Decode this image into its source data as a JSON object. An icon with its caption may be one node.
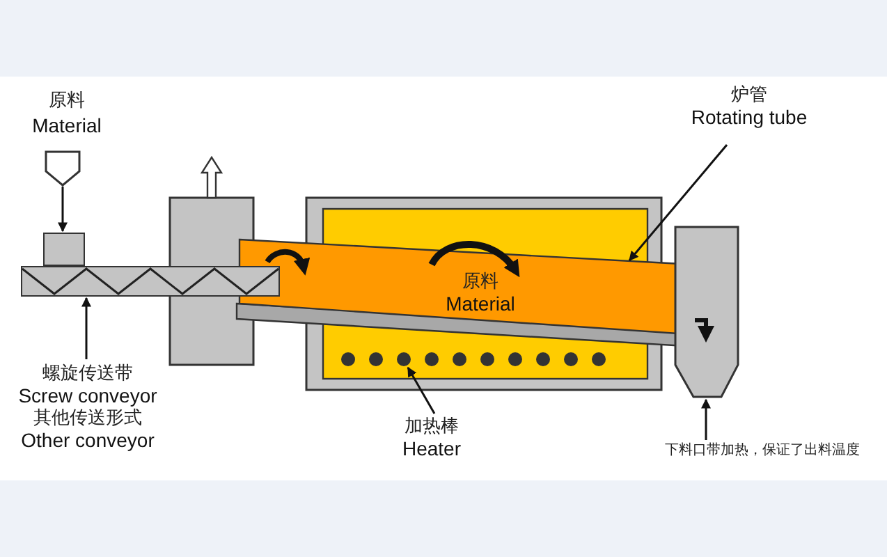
{
  "diagram": {
    "nodes": [
      {
        "text": [],
        "shape": "funnel"
      },
      {
        "text": [],
        "shape": "box"
      },
      {
        "text": [],
        "shape": "bar"
      },
      {
        "text": [
          "炉管",
          "Rotating tube"
        ]
      },
      {
        "text": [
          "原料",
          "Material"
        ]
      },
      {
        "text": [],
        "shape": "circle"
      },
      {
        "text": [],
        "shape": "hopper"
      },
      {
        "text": [
          "螺旋传送带",
          "Screw conveyor",
          "其他传送形式",
          "Other conveyor"
        ]
      },
      {
        "text": [
          "加热棒",
          "Heater"
        ]
      },
      {
        "text": [
          "下料口带加热，保证了出料温度"
        ]
      }
    ],
    "edges": [
      {
        "from": 0,
        "to": 1,
        "arrow": "to"
      },
      {
        "from": 7,
        "to": 2,
        "arrow": "to"
      },
      {
        "from": 3,
        "to": 4,
        "arrow": "to"
      },
      {
        "from": 8,
        "to": 5,
        "arrow": "to"
      },
      {
        "from": 9,
        "to": 6,
        "arrow": "to"
      }
    ],
    "labels": [
      "原料",
      "Material"
    ]
  }
}
